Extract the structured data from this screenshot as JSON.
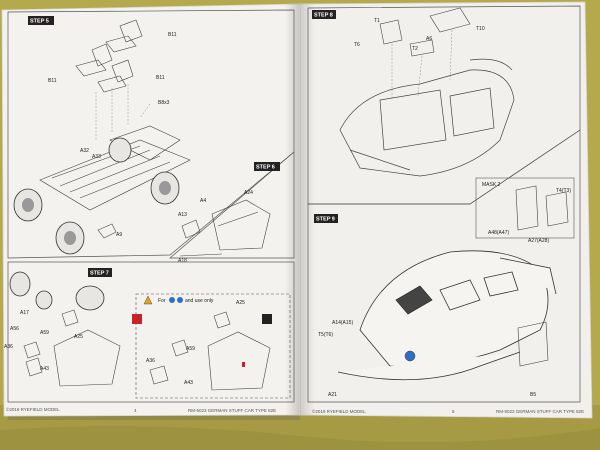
{
  "pages": {
    "left": {
      "steps": [
        "STEP 5",
        "STEP 6",
        "STEP 7"
      ],
      "footer_brand": "©2019 RYEFIELD MODEL",
      "page_number": "4",
      "footer_title": "RM-5023 GERMAN STUFF CAR TYPE 82E",
      "parts": {
        "b11_a": "B11",
        "b11_b": "B11",
        "b11_c": "B11",
        "b8x3": "B8x3",
        "a32": "A32",
        "a33": "A33",
        "a9": "A9",
        "a4": "A4",
        "a24": "A24",
        "a13": "A13",
        "a18": "A18",
        "a17": "A17",
        "a25": "A25",
        "a56a": "A56",
        "a59a": "A59",
        "a36a": "A36",
        "a43a": "A43",
        "a25b": "A25",
        "a36b": "A36",
        "a59b": "A59",
        "a43b": "A43"
      },
      "note_text": "and use only"
    },
    "right": {
      "steps": [
        "STEP 8",
        "STEP 9"
      ],
      "footer_brand": "©2019 RYEFIELD MODEL",
      "page_number": "5",
      "footer_title": "RM-5023 GERMAN STUFF CAR TYPE 82E",
      "parts": {
        "t1": "T1",
        "t6": "T6",
        "t2": "T2",
        "a6": "A6",
        "t10": "T10",
        "mask": "MASK 2",
        "t4t3": "T4(T3)",
        "a48a47": "A48(A47)",
        "a27a28": "A27(A28)",
        "a14a15": "A14(A15)",
        "t5t6": "T5(T6)",
        "a21": "A21",
        "b5": "B5"
      }
    }
  },
  "colors": {
    "tablecloth": "#b5a94e",
    "paper": "#f4f2ee",
    "ink": "#333333",
    "badge": "#222222",
    "accent_blue": "#2b6fc9",
    "accent_red": "#c8222a"
  }
}
